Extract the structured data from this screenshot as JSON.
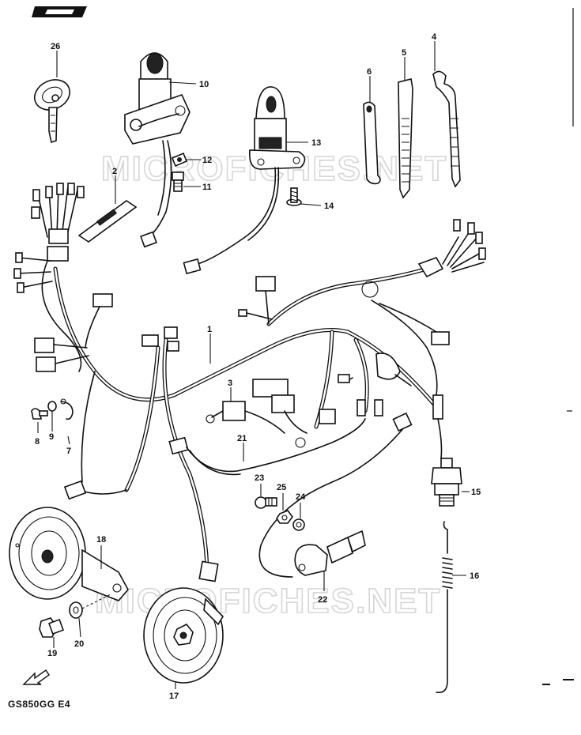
{
  "watermarks": [
    "MICROFICHES.NET",
    "MICROFICHES.NET"
  ],
  "model_code": "GS850GG  E4",
  "callouts": {
    "c1": "1",
    "c2": "2",
    "c3": "3",
    "c4": "4",
    "c5": "5",
    "c6": "6",
    "c7": "7",
    "c8": "8",
    "c9": "9",
    "c10": "10",
    "c11": "11",
    "c12": "12",
    "c13": "13",
    "c14": "14",
    "c15": "15",
    "c16": "16",
    "c17": "17",
    "c18": "18",
    "c19": "19",
    "c20": "20",
    "c21": "21",
    "c22": "22",
    "c23": "23",
    "c24": "24",
    "c25": "25",
    "c26": "26"
  }
}
